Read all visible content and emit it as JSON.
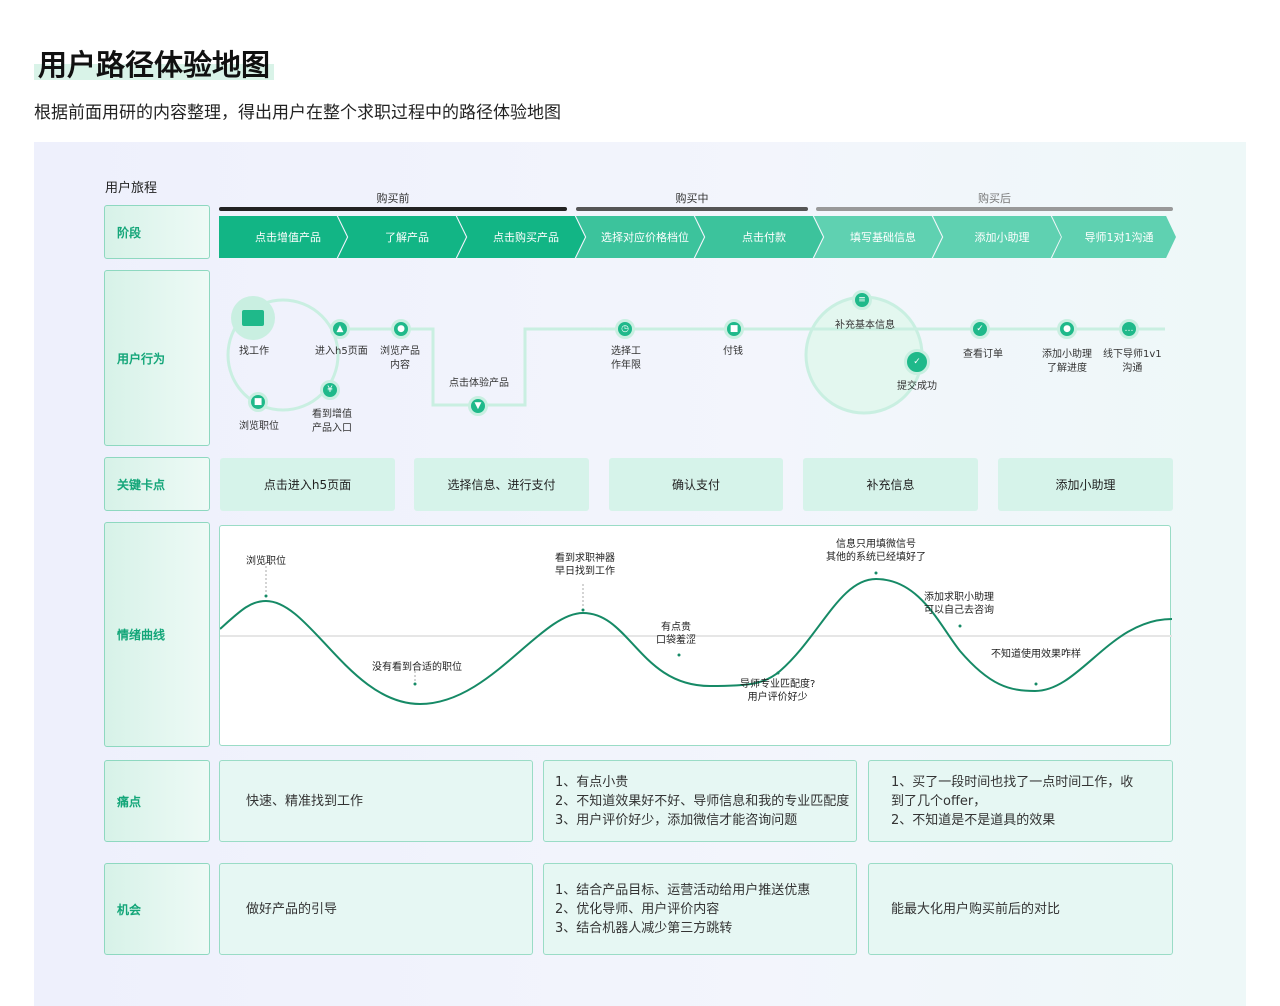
{
  "title": "用户路径体验地图",
  "subtitle": "根据前面用研的内容整理，得出用户在整个求职过程中的路径体验地图",
  "journey_label": "用户旅程",
  "rows": {
    "stage": "阶段",
    "behavior": "用户行为",
    "key": "关键卡点",
    "emotion": "情绪曲线",
    "pain": "痛点",
    "chance": "机会"
  },
  "phases": [
    "购买前",
    "购买中",
    "购买后"
  ],
  "stages": [
    "点击增值产品",
    "了解产品",
    "点击购买产品",
    "选择对应价格档位",
    "点击付款",
    "填写基础信息",
    "添加小助理",
    "导师1对1沟通"
  ],
  "actions": [
    "找工作",
    "进入h5页面",
    "浏览产品\n内容",
    "浏览职位",
    "看到增值\n产品入口",
    "点击体验产品",
    "选择工\n作年限",
    "付钱",
    "补充基本信息",
    "提交成功",
    "查看订单",
    "添加小助理\n了解进度",
    "线下导师1v1\n沟通"
  ],
  "keypoints": [
    "点击进入h5页面",
    "选择信息、进行支付",
    "确认支付",
    "补充信息",
    "添加小助理"
  ],
  "emotions": [
    "浏览职位",
    "没有看到合适的职位",
    "看到求职神器\n早日找到工作",
    "有点贵\n口袋羞涩",
    "导师专业匹配度?\n用户评价好少",
    "信息只用填微信号\n其他的系统已经填好了",
    "添加求职小助理\n可以自己去咨询",
    "不知道使用效果咋样"
  ],
  "pains": [
    "快速、精准找到工作",
    "1、有点小贵\n2、不知道效果好不好、导师信息和我的专业匹配度\n3、用户评价好少，添加微信才能咨询问题",
    "1、买了一段时间也找了一点时间工作，收\n到了几个offer，\n2、不知道是不是道具的效果"
  ],
  "chances": [
    "做好产品的引导",
    "1、结合产品目标、运营活动给用户推送优惠\n2、优化导师、用户评价内容\n3、结合机器人减少第三方跳转",
    "能最大化用户购买前后的对比"
  ],
  "colors": {
    "accent": "#14a679",
    "chev1": "#12b585",
    "chev2": "#3cc39c",
    "chev3": "#5fd1b1"
  }
}
